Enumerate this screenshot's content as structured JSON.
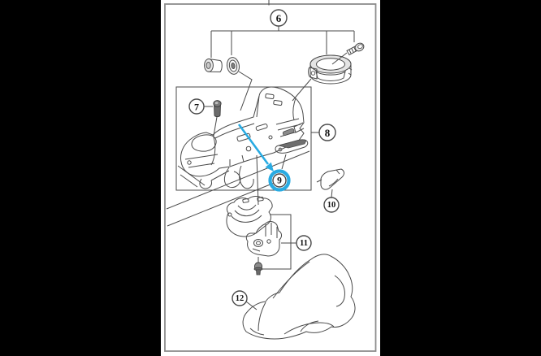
{
  "callouts": {
    "6": {
      "label": "6"
    },
    "7": {
      "label": "7"
    },
    "8": {
      "label": "8"
    },
    "9": {
      "label": "9",
      "highlighted": true
    },
    "10": {
      "label": "10"
    },
    "11": {
      "label": "11"
    },
    "12": {
      "label": "12"
    }
  },
  "colors": {
    "highlight": "#29abe2",
    "line": "#4a4a4a",
    "frame_border": "#8c8c8c",
    "page_background": "#ffffff",
    "letterbox_background": "#000000"
  }
}
